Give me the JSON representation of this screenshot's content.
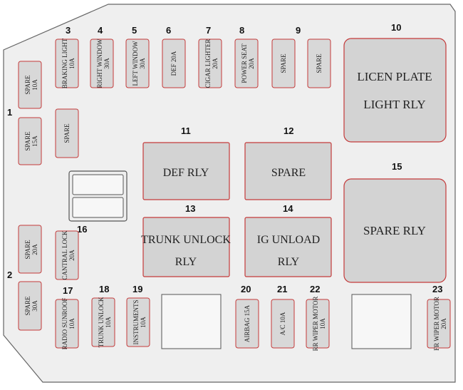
{
  "numbers": {
    "n1": "1",
    "n2": "2",
    "n3": "3",
    "n4": "4",
    "n5": "5",
    "n6": "6",
    "n7": "7",
    "n8": "8",
    "n9": "9",
    "n10": "10",
    "n11": "11",
    "n12": "12",
    "n13": "13",
    "n14": "14",
    "n15": "15",
    "n16": "16",
    "n17": "17",
    "n18": "18",
    "n19": "19",
    "n20": "20",
    "n21": "21",
    "n22": "22",
    "n23": "23"
  },
  "fuses": {
    "f1a": {
      "line1": "SPARE",
      "line2": "10A"
    },
    "f1b": {
      "line1": "SPARE",
      "line2": "15A"
    },
    "f1c": {
      "line1": "SPARE",
      "line2": ""
    },
    "f3": {
      "line1": "BRAKING LIGHT",
      "line2": "10A"
    },
    "f4": {
      "line1": "RIGHT WINDOW",
      "line2": "30A"
    },
    "f5": {
      "line1": "LEFT WINDOW",
      "line2": "30A"
    },
    "f6": {
      "line1": "DEF 20A",
      "line2": ""
    },
    "f7": {
      "line1": "CIGAR LIGHTER",
      "line2": "20A"
    },
    "f8": {
      "line1": "POWER SEAT",
      "line2": "20A"
    },
    "f9a": {
      "line1": "SPARE",
      "line2": ""
    },
    "f9b": {
      "line1": "SPARE",
      "line2": ""
    },
    "f2a": {
      "line1": "SPARE",
      "line2": "20A"
    },
    "f16": {
      "line1": "CANTRAL LOCK",
      "line2": "20A"
    },
    "f2b": {
      "line1": "SPARE",
      "line2": "30A"
    },
    "f17": {
      "line1": "RADIO SUNROOF",
      "line2": "10A"
    },
    "f18": {
      "line1": "TRUNK UNLOCK",
      "line2": "10A"
    },
    "f19": {
      "line1": "INSTRUMENTS",
      "line2": "10A"
    },
    "f20": {
      "line1": "AIRBAG 15A",
      "line2": ""
    },
    "f21": {
      "line1": "A/C 10A",
      "line2": ""
    },
    "f22": {
      "line1": "RR WIPER MOTOR",
      "line2": "10A"
    },
    "f23": {
      "line1": "FR WIPER MOTOR",
      "line2": "20A"
    }
  },
  "relays": {
    "r10": {
      "line1": "LICEN PLATE",
      "line2": "LIGHT RLY"
    },
    "r11": {
      "line1": "DEF RLY",
      "line2": ""
    },
    "r12": {
      "line1": "SPARE",
      "line2": ""
    },
    "r13": {
      "line1": "TRUNK UNLOCK",
      "line2": "RLY"
    },
    "r14": {
      "line1": "IG UNLOAD",
      "line2": "RLY"
    },
    "r15": {
      "line1": "SPARE RLY",
      "line2": ""
    }
  }
}
